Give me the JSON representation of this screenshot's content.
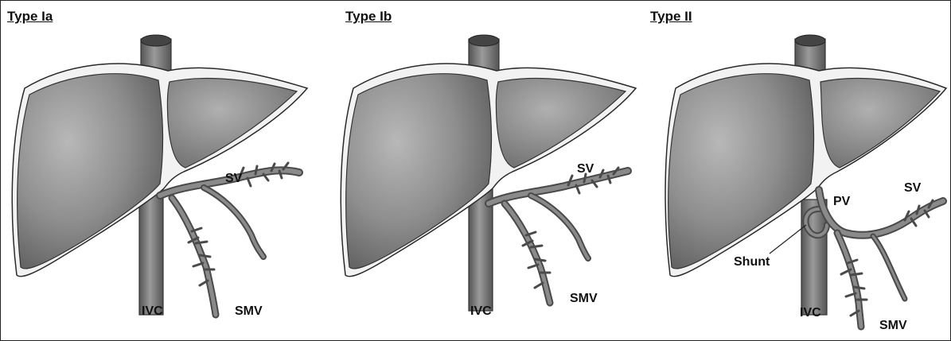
{
  "panels": [
    {
      "title": "Type Ia",
      "labels": {
        "sv": "SV",
        "ivc": "IVC",
        "smv": "SMV"
      }
    },
    {
      "title": "Type Ib",
      "labels": {
        "sv": "SV",
        "ivc": "IVC",
        "smv": "SMV"
      }
    },
    {
      "title": "Type II",
      "labels": {
        "sv": "SV",
        "pv": "PV",
        "shunt": "Shunt",
        "ivc": "IVC",
        "smv": "SMV"
      }
    }
  ]
}
